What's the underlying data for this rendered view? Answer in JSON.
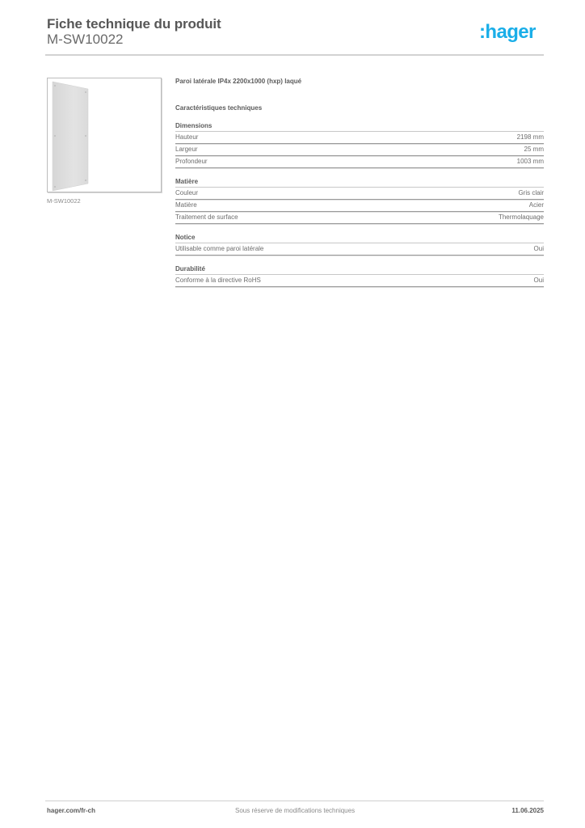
{
  "header": {
    "title": "Fiche technique du produit",
    "subtitle": "M-SW10022",
    "logo": ":hager",
    "logo_color": "#1aaee8"
  },
  "product": {
    "image_icon": "side-panel-image",
    "image_caption": "M-SW10022",
    "name": "Paroi latérale IP4x 2200x1000 (hxp) laqué"
  },
  "specs": {
    "heading": "Caractéristiques techniques",
    "groups": [
      {
        "title": "Dimensions",
        "rows": [
          {
            "label": "Hauteur",
            "value": "2198 mm"
          },
          {
            "label": "Largeur",
            "value": "25 mm"
          },
          {
            "label": "Profondeur",
            "value": "1003 mm"
          }
        ]
      },
      {
        "title": "Matière",
        "rows": [
          {
            "label": "Couleur",
            "value": "Gris clair"
          },
          {
            "label": "Matière",
            "value": "Acier"
          },
          {
            "label": "Traitement de surface",
            "value": "Thermolaquage"
          }
        ]
      },
      {
        "title": "Notice",
        "rows": [
          {
            "label": "Utilisable comme paroi latérale",
            "value": "Oui"
          }
        ]
      },
      {
        "title": "Durabilité",
        "rows": [
          {
            "label": "Conforme à la directive RoHS",
            "value": "Oui"
          }
        ]
      }
    ]
  },
  "footer": {
    "website": "hager.com/fr-ch",
    "disclaimer": "Sous réserve de modifications techniques",
    "date": "11.06.2025"
  }
}
